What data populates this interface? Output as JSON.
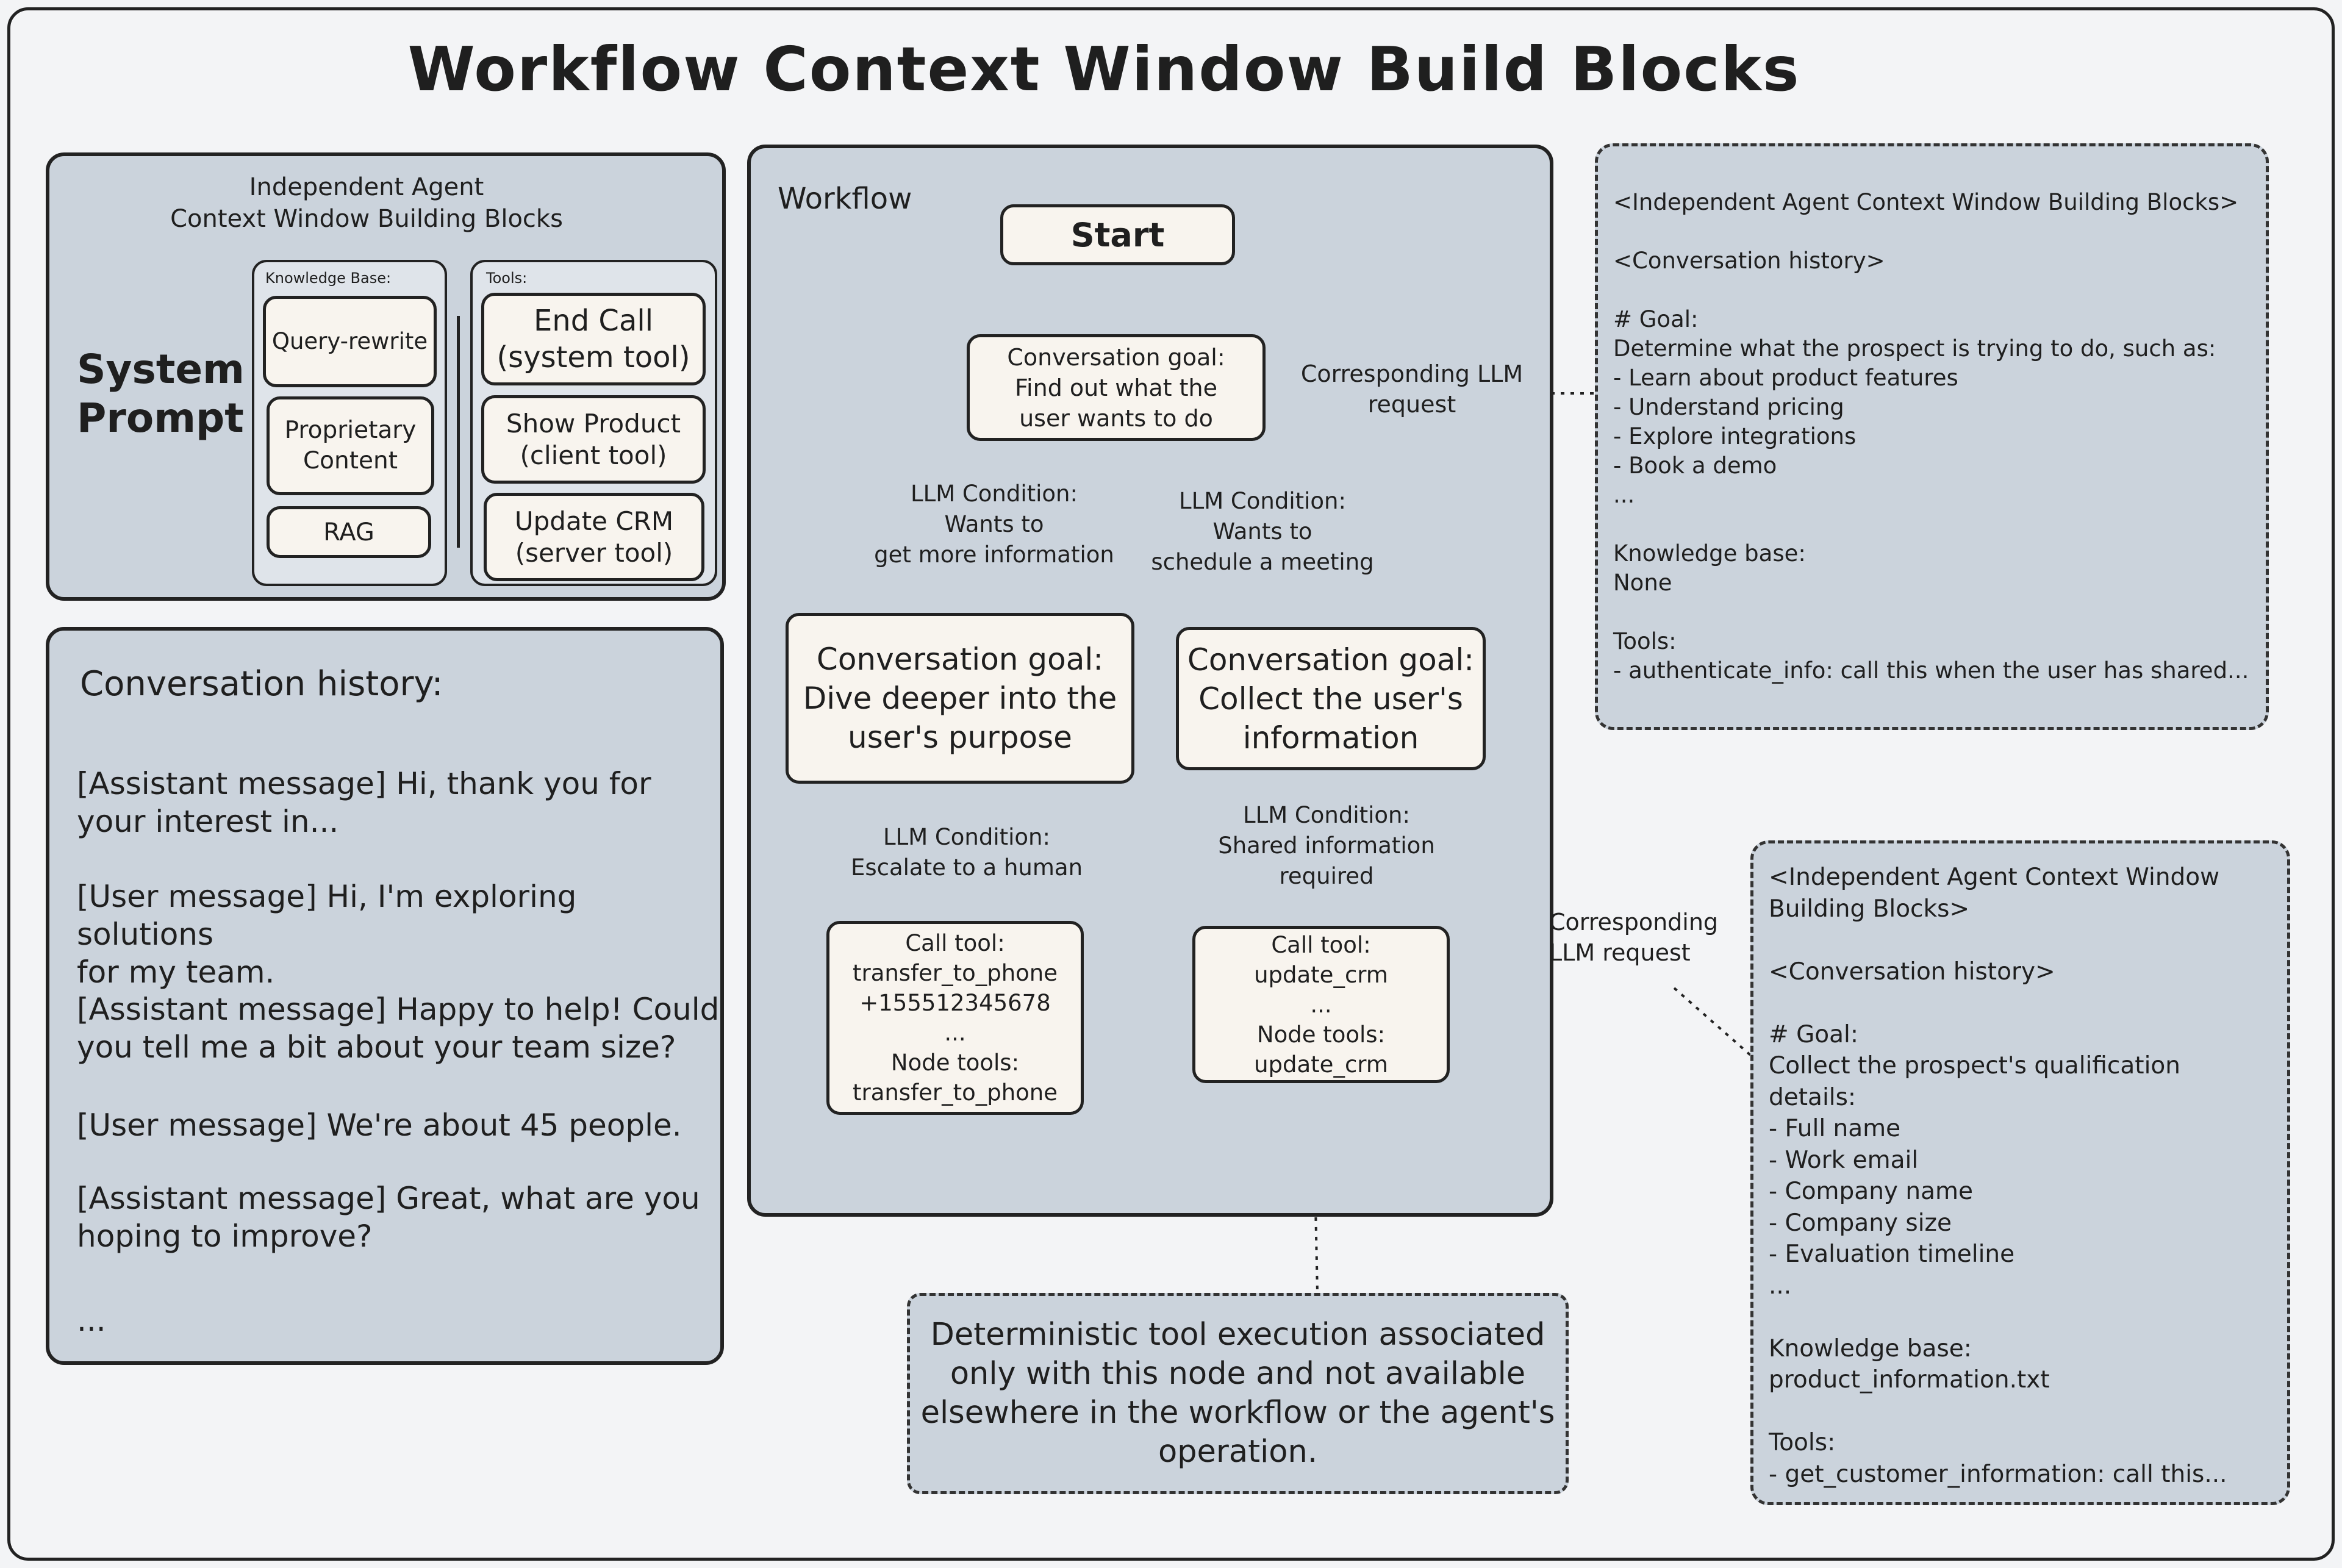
{
  "title": "Workflow Context Window Build Blocks",
  "independent_agent": {
    "header": "Independent Agent\nContext Window Building Blocks",
    "system_prompt_label": "System\nPrompt",
    "knowledge_base_label": "Knowledge Base:",
    "knowledge_items": [
      "Query-rewrite",
      "Proprietary\nContent",
      "RAG"
    ],
    "tools_label": "Tools:",
    "tool_items": [
      "End Call\n(system tool)",
      "Show Product\n(client tool)",
      "Update CRM\n(server tool)"
    ]
  },
  "conversation_history": {
    "title": "Conversation history:",
    "messages": [
      "[Assistant message] Hi, thank you for\nyour interest in...",
      "[User message] Hi, I'm exploring solutions\nfor my team.",
      "[Assistant message] Happy to help! Could\nyou tell me a bit about your team size?",
      "[User message] We're about 45 people.",
      "[Assistant message] Great, what are you\nhoping to improve?",
      "..."
    ]
  },
  "workflow": {
    "label": "Workflow",
    "start": "Start",
    "goal_root": "Conversation goal:\nFind out what the\nuser wants to do",
    "cond_left": "LLM Condition:\nWants to\nget more information",
    "cond_right": "LLM Condition:\nWants to\nschedule a meeting",
    "goal_left": "Conversation goal:\nDive deeper into the\nuser's purpose",
    "goal_right": "Conversation goal:\nCollect the user's\ninformation",
    "cond_left2": "LLM Condition:\nEscalate to a human",
    "cond_right2": "LLM Condition:\nShared information\nrequired",
    "tool_left": "Call tool:\ntransfer_to_phone\n+155512345678\n...\nNode tools:\ntransfer_to_phone",
    "tool_right": "Call tool:\nupdate_crm\n...\nNode tools:\nupdate_crm"
  },
  "corresponding_request_top": "Corresponding LLM\nrequest",
  "corresponding_request_bottom": "Corresponding\nLLM request",
  "llm_request_top": "<Independent Agent Context Window Building Blocks>\n\n<Conversation history>\n\n# Goal:\nDetermine what the prospect is trying to do, such as:\n  - Learn about product features\n  - Understand pricing\n  - Explore integrations\n  - Book a demo\n  ...\n\nKnowledge base:\nNone\n\nTools:\n- authenticate_info: call this when the user has shared...",
  "llm_request_bottom": "<Independent Agent Context Window\nBuilding Blocks>\n\n<Conversation history>\n\n# Goal:\nCollect the prospect's qualification\ndetails:\n - Full name\n - Work email\n - Company name\n - Company size\n - Evaluation timeline\n   ...\n\nKnowledge base:\nproduct_information.txt\n\nTools:\n- get_customer_information: call this...",
  "deterministic_note": "Deterministic tool execution associated\nonly with this node and not available\nelsewhere in the workflow or the agent's\noperation."
}
